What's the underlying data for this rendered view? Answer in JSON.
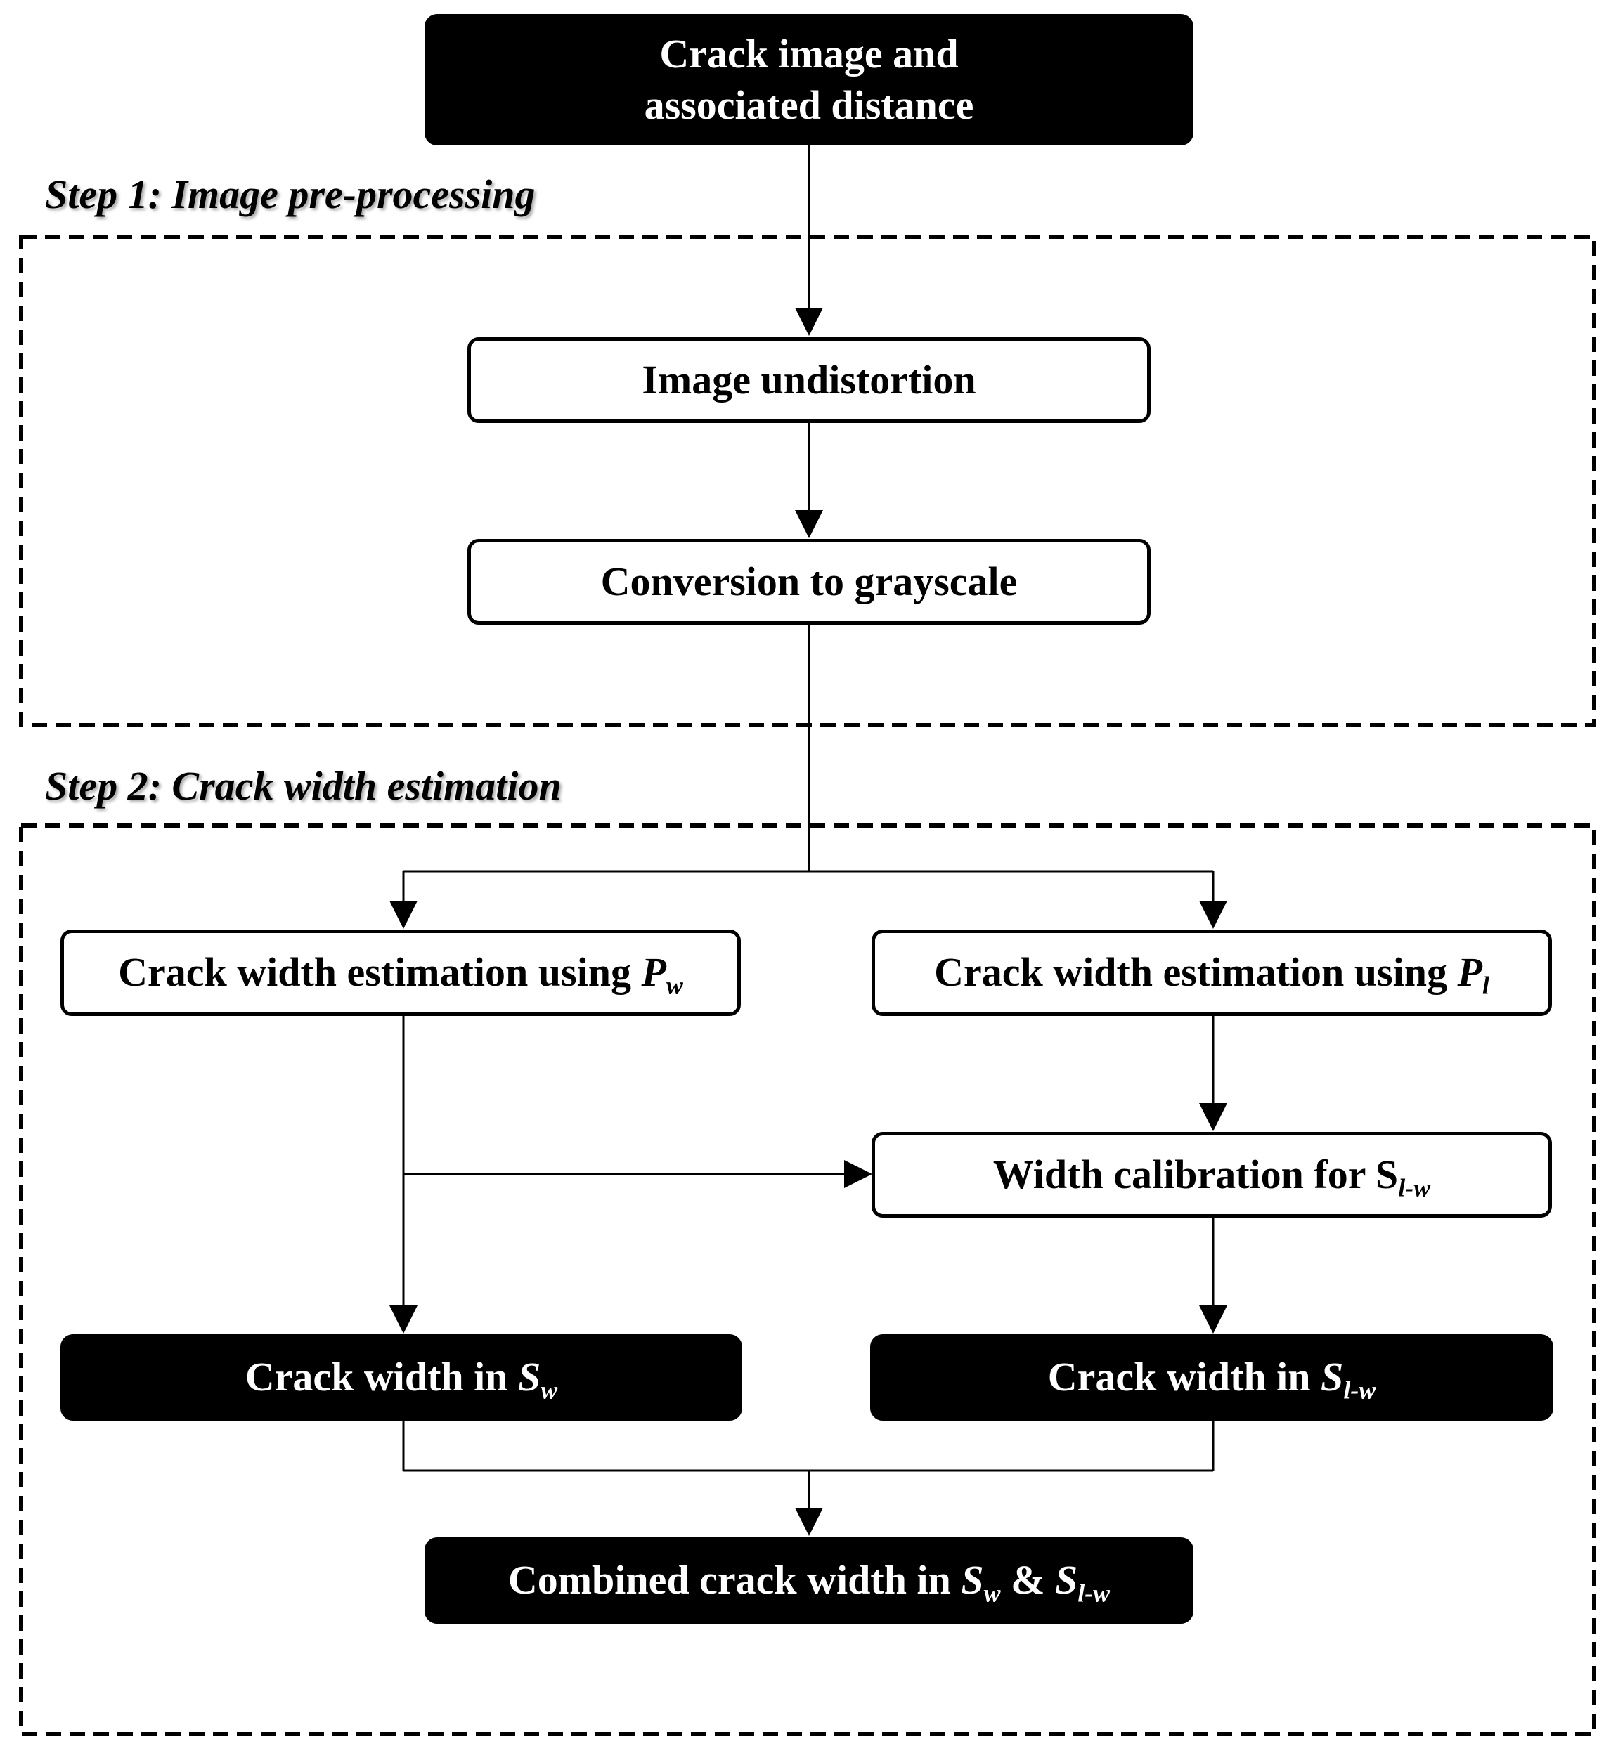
{
  "steps": {
    "step1": "Step 1: Image pre-processing",
    "step2": "Step 2: Crack width estimation"
  },
  "nodes": {
    "input": {
      "line1": "Crack image and",
      "line2": "associated distance"
    },
    "undistortion": {
      "label": "Image undistortion"
    },
    "grayscale": {
      "label": "Conversion to grayscale"
    },
    "estimation_pw": {
      "text": "Crack width estimation using ",
      "var": "P",
      "sub": "w"
    },
    "estimation_pl": {
      "text": "Crack width estimation using ",
      "var": "P",
      "sub": "l"
    },
    "calibration": {
      "text": "Width calibration for ",
      "var": "S",
      "sub": "l-w"
    },
    "width_sw": {
      "text": "Crack width in ",
      "var": "S",
      "sub": "w"
    },
    "width_slw": {
      "text": "Crack width in ",
      "var": "S",
      "sub": "l-w"
    },
    "combined": {
      "text": "Combined crack width in ",
      "var1": "S",
      "sub1": "w",
      "amp": " & ",
      "var2": "S",
      "sub2": "l-w"
    }
  }
}
